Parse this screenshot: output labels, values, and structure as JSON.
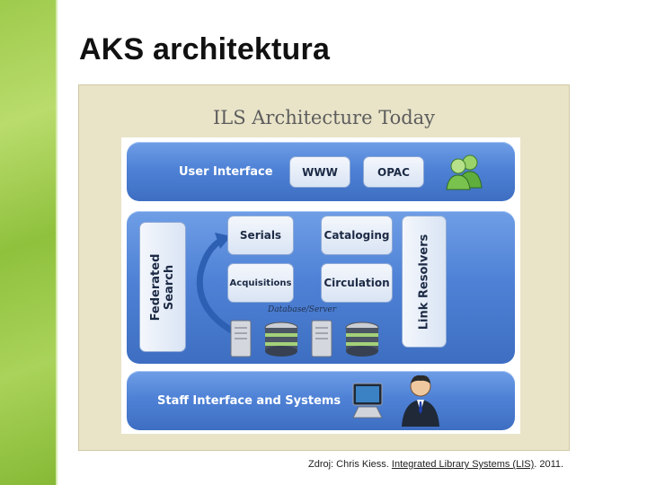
{
  "slide": {
    "title": "AKS architektura"
  },
  "figure": {
    "title": "ILS Architecture Today",
    "user_interface": {
      "label": "User Interface",
      "buttons": [
        "WWW",
        "OPAC"
      ]
    },
    "core": {
      "federated_search": "Federated Search",
      "modules": [
        "Serials",
        "Cataloging",
        "Acquisitions",
        "Circulation"
      ],
      "database_server": "Database/Server",
      "link_resolvers": "Link Resolvers"
    },
    "staff": {
      "label": "Staff Interface and Systems"
    }
  },
  "caption": {
    "prefix": "Zdroj: Chris Kiess. ",
    "link": "Integrated Library Systems (LIS)",
    "suffix": ". 2011."
  },
  "colors": {
    "band_blue": "#4f82d6",
    "accent_green": "#8fc13d",
    "figure_bg": "#e9e4c8"
  },
  "icons": [
    "users-icon",
    "arrow-cycle-icon",
    "server-icon",
    "database-icon",
    "computer-icon",
    "staff-person-icon"
  ]
}
